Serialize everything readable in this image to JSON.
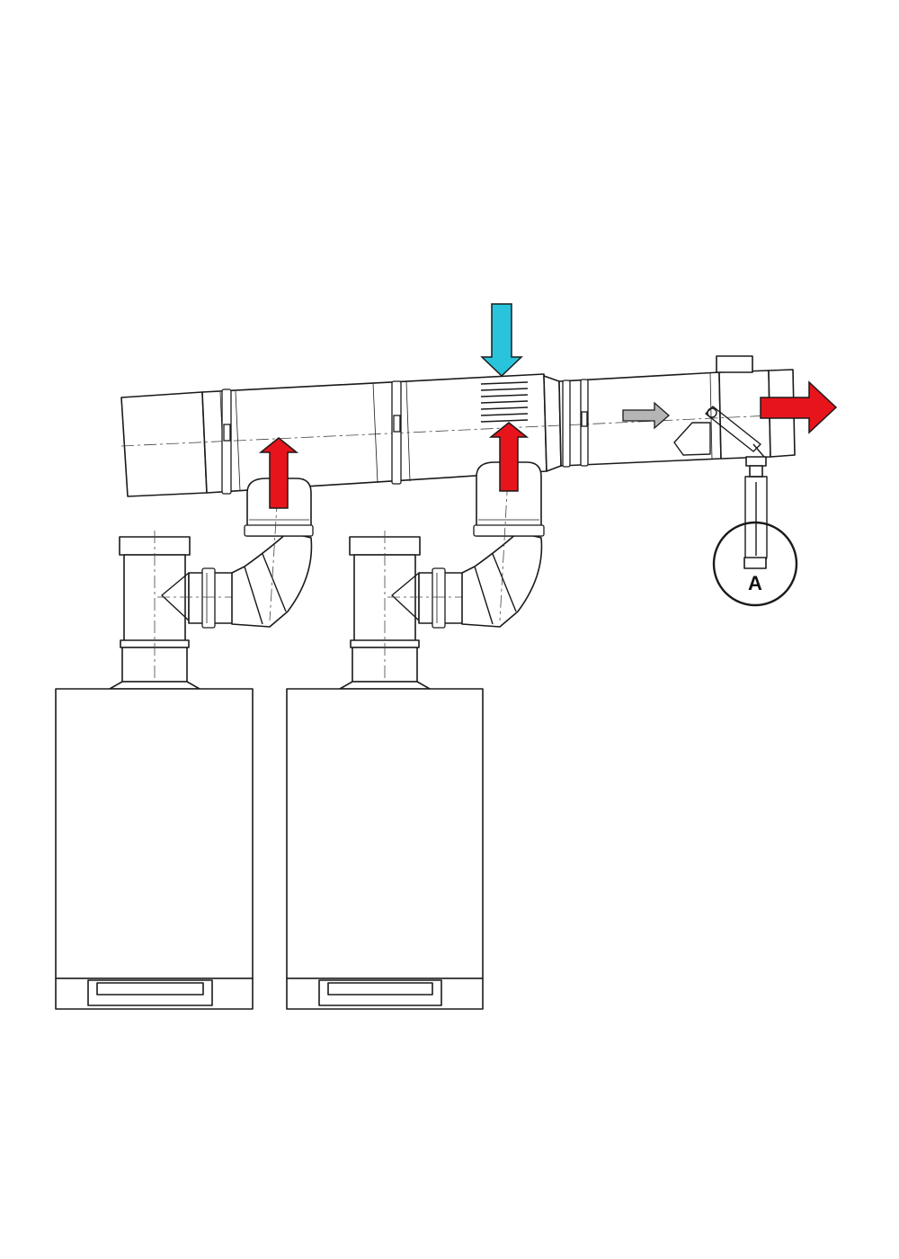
{
  "diagram": {
    "callout_label": "A",
    "colors": {
      "flue_gas_arrow": "#e8141c",
      "fresh_air_arrow": "#29c4dc",
      "flow_direction_arrow": "#b5b5b5",
      "line": "#1a1a1a",
      "background": "#ffffff"
    },
    "icons": [
      "flue-gas-arrow",
      "fresh-air-arrow",
      "flow-direction-arrow"
    ]
  }
}
